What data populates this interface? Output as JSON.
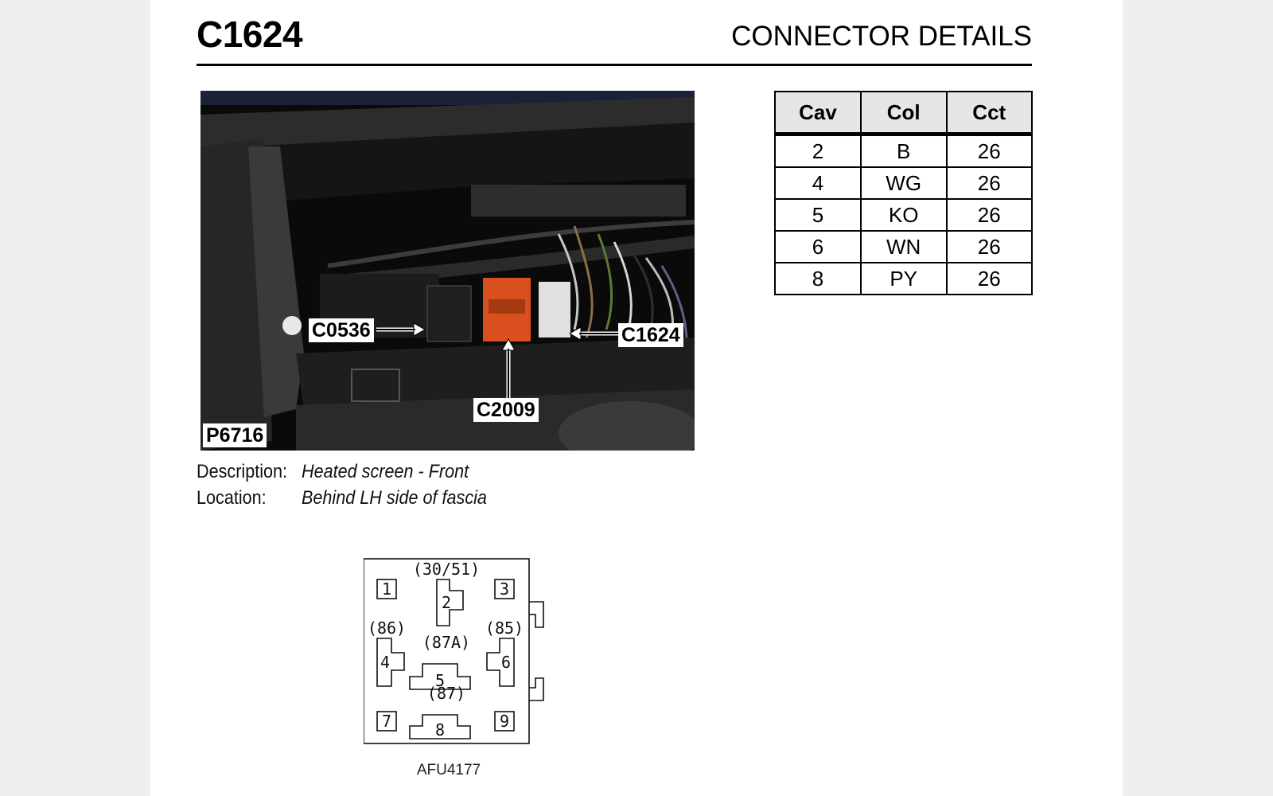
{
  "header": {
    "connector_id": "C1624",
    "title": "CONNECTOR DETAILS"
  },
  "photo": {
    "figure_id": "P6716",
    "callouts": {
      "c0536": "C0536",
      "c2009": "C2009",
      "c1624": "C1624"
    }
  },
  "info": {
    "description_label": "Description:",
    "description_value": "Heated screen - Front",
    "location_label": "Location:",
    "location_value": "Behind LH side of fascia"
  },
  "pin_table": {
    "headers": [
      "Cav",
      "Col",
      "Cct"
    ],
    "rows": [
      [
        "2",
        "B",
        "26"
      ],
      [
        "4",
        "WG",
        "26"
      ],
      [
        "5",
        "KO",
        "26"
      ],
      [
        "6",
        "WN",
        "26"
      ],
      [
        "8",
        "PY",
        "26"
      ]
    ]
  },
  "connector_diagram": {
    "figure_code": "AFU4177",
    "terminal_labels": {
      "t30_51": "(30/51)",
      "t86": "(86)",
      "t85": "(85)",
      "t87a": "(87A)",
      "t87": "(87)"
    },
    "cavity_numbers": {
      "c1": "1",
      "c2": "2",
      "c3": "3",
      "c4": "4",
      "c5": "5",
      "c6": "6",
      "c7": "7",
      "c8": "8",
      "c9": "9"
    }
  }
}
